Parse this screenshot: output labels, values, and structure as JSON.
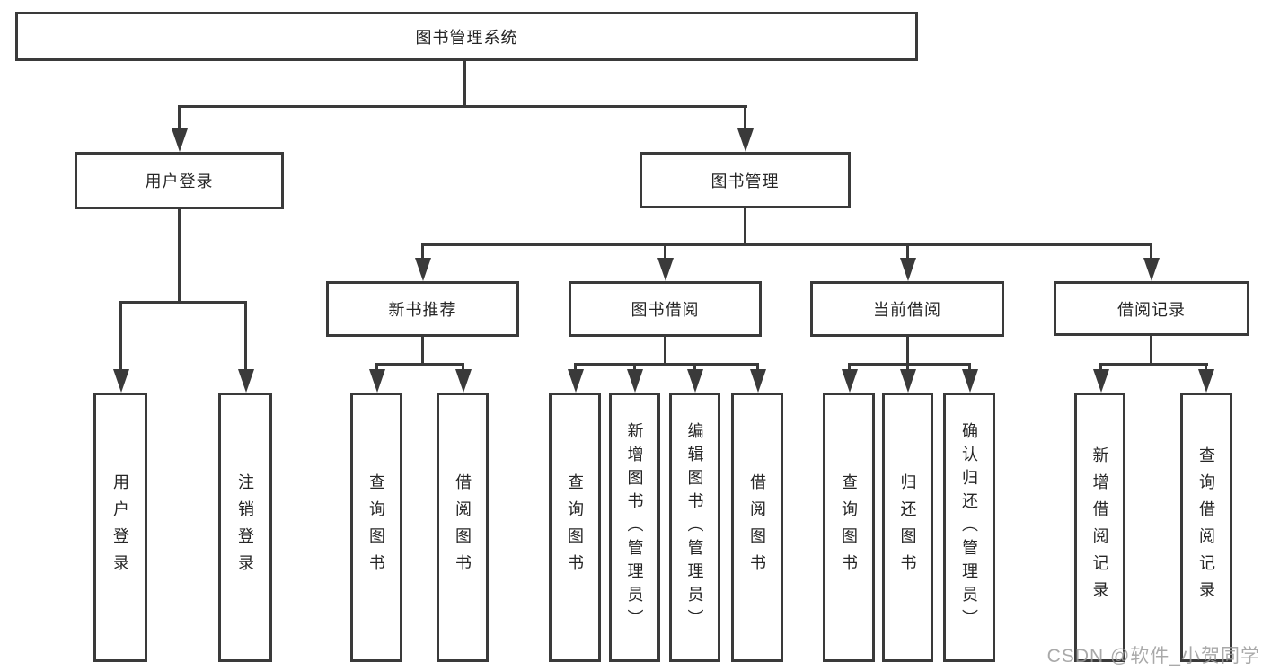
{
  "nodes": {
    "root": {
      "label": "图书管理系统"
    },
    "level2": [
      {
        "label": "用户登录"
      },
      {
        "label": "图书管理"
      }
    ],
    "level3": [
      {
        "label": "新书推荐"
      },
      {
        "label": "图书借阅"
      },
      {
        "label": "当前借阅"
      },
      {
        "label": "借阅记录"
      }
    ],
    "leaves": [
      {
        "label": "用户登录"
      },
      {
        "label": "注销登录"
      },
      {
        "label": "查询图书"
      },
      {
        "label": "借阅图书"
      },
      {
        "label": "查询图书"
      },
      {
        "label": "新增图书（管理员）"
      },
      {
        "label": "编辑图书（管理员）"
      },
      {
        "label": "借阅图书"
      },
      {
        "label": "查询图书"
      },
      {
        "label": "归还图书"
      },
      {
        "label": "确认归还（管理员）"
      },
      {
        "label": "新增借阅记录"
      },
      {
        "label": "查询借阅记录"
      }
    ]
  },
  "watermark": {
    "text": "CSDN @软件_小贺同学"
  },
  "colors": {
    "line": "#3a3a3a",
    "text": "#262626",
    "watermark": "#9b9b9b",
    "background": "#ffffff"
  }
}
